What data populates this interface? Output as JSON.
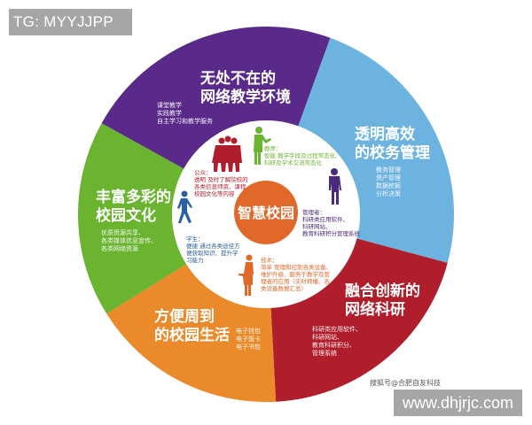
{
  "watermarks": {
    "top_left": "TG: MYYJJPP",
    "bottom_right": "www.dhjrjc.com"
  },
  "credit": "搜狐号@合肥自友科技",
  "center": {
    "label": "智慧校园",
    "color": "#e0692a"
  },
  "segments": [
    {
      "id": "teaching",
      "color": "#5a2a8a",
      "title_line1": "无处不在的",
      "title_line2": "网络教学环境",
      "items": [
        "课堂教学",
        "实践教学",
        "自主学习和教学服务"
      ]
    },
    {
      "id": "management",
      "color": "#6db3e0",
      "title_line1": "透明高效",
      "title_line2": "的校务管理",
      "items": [
        "教务管理",
        "资产管理",
        "数据挖掘",
        "分析决策"
      ]
    },
    {
      "id": "research",
      "color": "#b01e2c",
      "title_line1": "融合创新的",
      "title_line2": "网络科研",
      "items": [
        "科研类应用软件、",
        "科研网站、",
        "教育科研积分、",
        "管理系统"
      ]
    },
    {
      "id": "life",
      "color": "#ea8a2a",
      "title_line1": "方便周到",
      "title_line2": "的校园生活",
      "items": [
        "电子钱包",
        "电子饭卡",
        "电子书包"
      ]
    },
    {
      "id": "culture",
      "color": "#6ab42f",
      "title_line1": "丰富多彩的",
      "title_line2": "校园文化",
      "items": [
        "优质资源共享、",
        "各类媒体信息宣传、",
        "各类网络资源"
      ]
    }
  ],
  "roles": [
    {
      "id": "teacher",
      "color": "#6ab42f",
      "lines": [
        "教师：",
        "智能 教学手段及过程常态化、",
        "科研及学术交流常态化"
      ]
    },
    {
      "id": "public",
      "color": "#b01e2c",
      "lines": [
        "公众：",
        "透明 及时了解院校的",
        "各类信息师资、课程",
        "校园文化等内容"
      ]
    },
    {
      "id": "manager",
      "color": "#4a2a7a",
      "lines": [
        "管理者：",
        "科研类应用软件、",
        "科研网站、",
        "教育科研积分管理系统"
      ]
    },
    {
      "id": "student",
      "color": "#2a5fa0",
      "lines": [
        "学生：",
        "便捷 通过各类途径方",
        "便获取知识、提升学",
        "习能力"
      ]
    },
    {
      "id": "technician",
      "color": "#e0692a",
      "lines": [
        "技术：",
        "简单 管理和控制各类设备、",
        "维护升级、服务于教学及管",
        "理者的应用（实时转播、各",
        "类设备数据汇总）"
      ]
    }
  ]
}
